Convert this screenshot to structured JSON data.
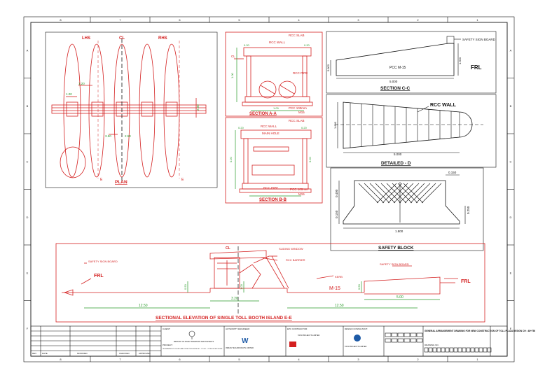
{
  "border": {
    "top_zones": [
      "8",
      "7",
      "6",
      "5",
      "4",
      "3",
      "2",
      "1"
    ],
    "bottom_zones": [
      "8",
      "7",
      "6",
      "5",
      "4",
      "3",
      "2",
      "1"
    ],
    "left_rows": [
      "A",
      "B",
      "C",
      "D",
      "E",
      "F"
    ],
    "right_rows": [
      "A",
      "B",
      "C",
      "D",
      "E",
      "F"
    ]
  },
  "plan": {
    "title": "PLAN",
    "lhs": "LHS",
    "cl": "CL",
    "rhs": "RHS",
    "dim_120": "1.20",
    "dim_100": "1.00",
    "dim_200": "2.00",
    "dim_350": "3.50",
    "dim_250": "2.50",
    "e": "E"
  },
  "section_aa": {
    "title": "SECTION A-A",
    "rcc_slab": "RCC SLAB",
    "rcc_wall": "RCC WALL",
    "rcc_pipe": "RCC PIPE",
    "pcc": "PCC 100mm",
    "m15": "M15",
    "cl": "CL",
    "dim_a": "0.20",
    "dim_b": "0.20",
    "dim_c": "1.00",
    "dim_d": "1.00"
  },
  "section_bb": {
    "title": "SECTION B-B",
    "rcc_slab": "RCC SLAB",
    "rcc_wall": "RCC WALL",
    "main_hole": "MAIN HOLE",
    "rcc_pipe": "RCC PIPE",
    "pcc": "PCC 100mm",
    "m15": "M15",
    "dim_a": "0.20",
    "dim_b": "0.20",
    "dim_c": "0.20",
    "dim_d": "0.20"
  },
  "section_cc": {
    "title": "SECTION C-C",
    "safety_sign": "SAFETY SIGN BOARD",
    "frl": "FRL",
    "pcc": "PCC M-15",
    "width": "5.000",
    "h_left": "0.800",
    "h_right": "1.300"
  },
  "detailed_d": {
    "title": "DETAILED - D",
    "rcc_wall": "RCC WALL",
    "height": "1.800",
    "width": "5.000"
  },
  "safety_block": {
    "title": "SAFETY BLOCK",
    "top": "0.150",
    "h_left": "0.400",
    "h_left2": "0.150",
    "h_right": "0.250",
    "width": "1.800"
  },
  "elevation": {
    "title": "SECTIONAL ELEVATION OF SINGLE TOLL BOOTH ISLAND E-E",
    "cl": "CL",
    "safety_sign_left": "SAFETY SIGN BOARD",
    "frl_left": "FRL",
    "sliding_window": "SLIDING WINDOW",
    "rcc_barrier": "RCC BARRIER",
    "kerb": "KERB",
    "safety_sign_right": "SAFETY SIGN BOARD",
    "frl_right": "FRL",
    "m15": "M-15",
    "dim_left": "12.50",
    "dim_mid": "3.20",
    "dim_right": "12.50",
    "dim_end": "5.00",
    "h1": "0.50",
    "h2": "1.00",
    "h3": "0.50"
  },
  "title_block": {
    "client_label": "CLIENT:",
    "ministry": "MINISTRY OF ROAD TRANSPORT AND HIGHWAYS",
    "project_label": "PROJECT:",
    "project_text": "UPGRADATION TO FOUR LANE OF SECTION FROM KM ... TO KM ... OF NH ON EPC MODE",
    "authority_label": "AUTHORITY ENGINEER:",
    "authority_name": "INDIAN TECHNOCRATS LIMITED",
    "epc_label": "EPC CONTRACTOR:",
    "epc_name": "TATA PROJECTS LIMITED",
    "design_label": "DESIGN CONSULTANT:",
    "design_name": "TATA PROJECTS LIMITED",
    "drawing_title": "GENERAL ARRANGEMENT DRAWING FOR NEW CONSTRUCTION OF TOLL PLAZA DESIGN CH : 48+750",
    "rev_col": "REV",
    "date_col": "DATE",
    "desc_col": "MODIFIED",
    "checked_col": "CHECKED",
    "approved_col": "APPROVED",
    "drawing_no": "DRAWING NO."
  }
}
